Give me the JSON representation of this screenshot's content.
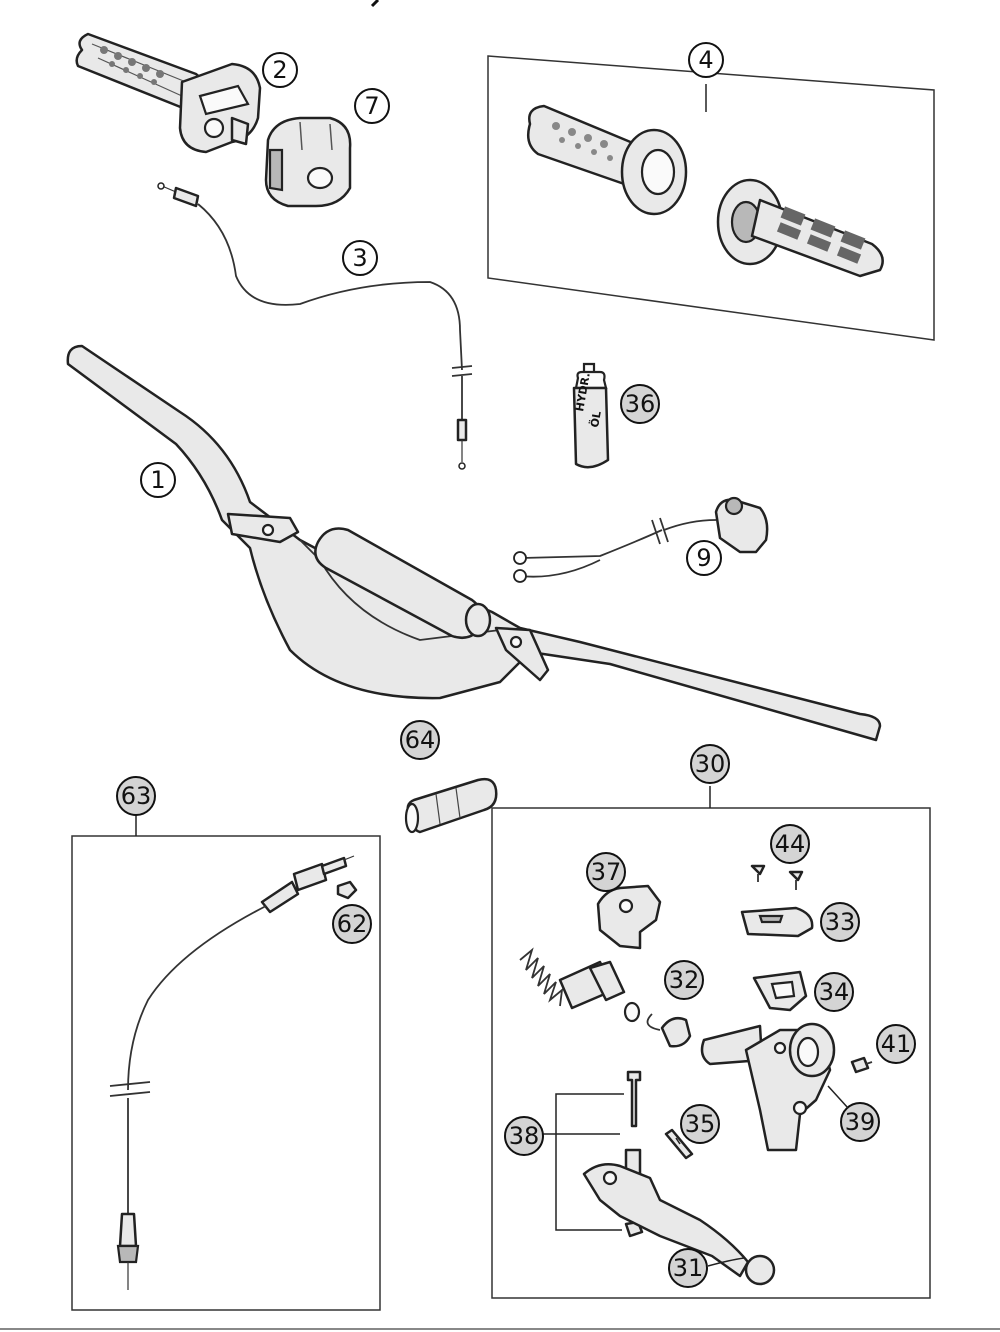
{
  "callouts": {
    "c1": "1",
    "c2": "2",
    "c3": "3",
    "c4": "4",
    "c7": "7",
    "c9": "9",
    "c30": "30",
    "c31": "31",
    "c32": "32",
    "c33": "33",
    "c34": "34",
    "c35": "35",
    "c36": "36",
    "c37": "37",
    "c38": "38",
    "c39": "39",
    "c41": "41",
    "c44": "44",
    "c62": "62",
    "c63": "63",
    "c64": "64"
  },
  "bottle": {
    "line1": "HYDR.",
    "line2": "ÖL"
  }
}
